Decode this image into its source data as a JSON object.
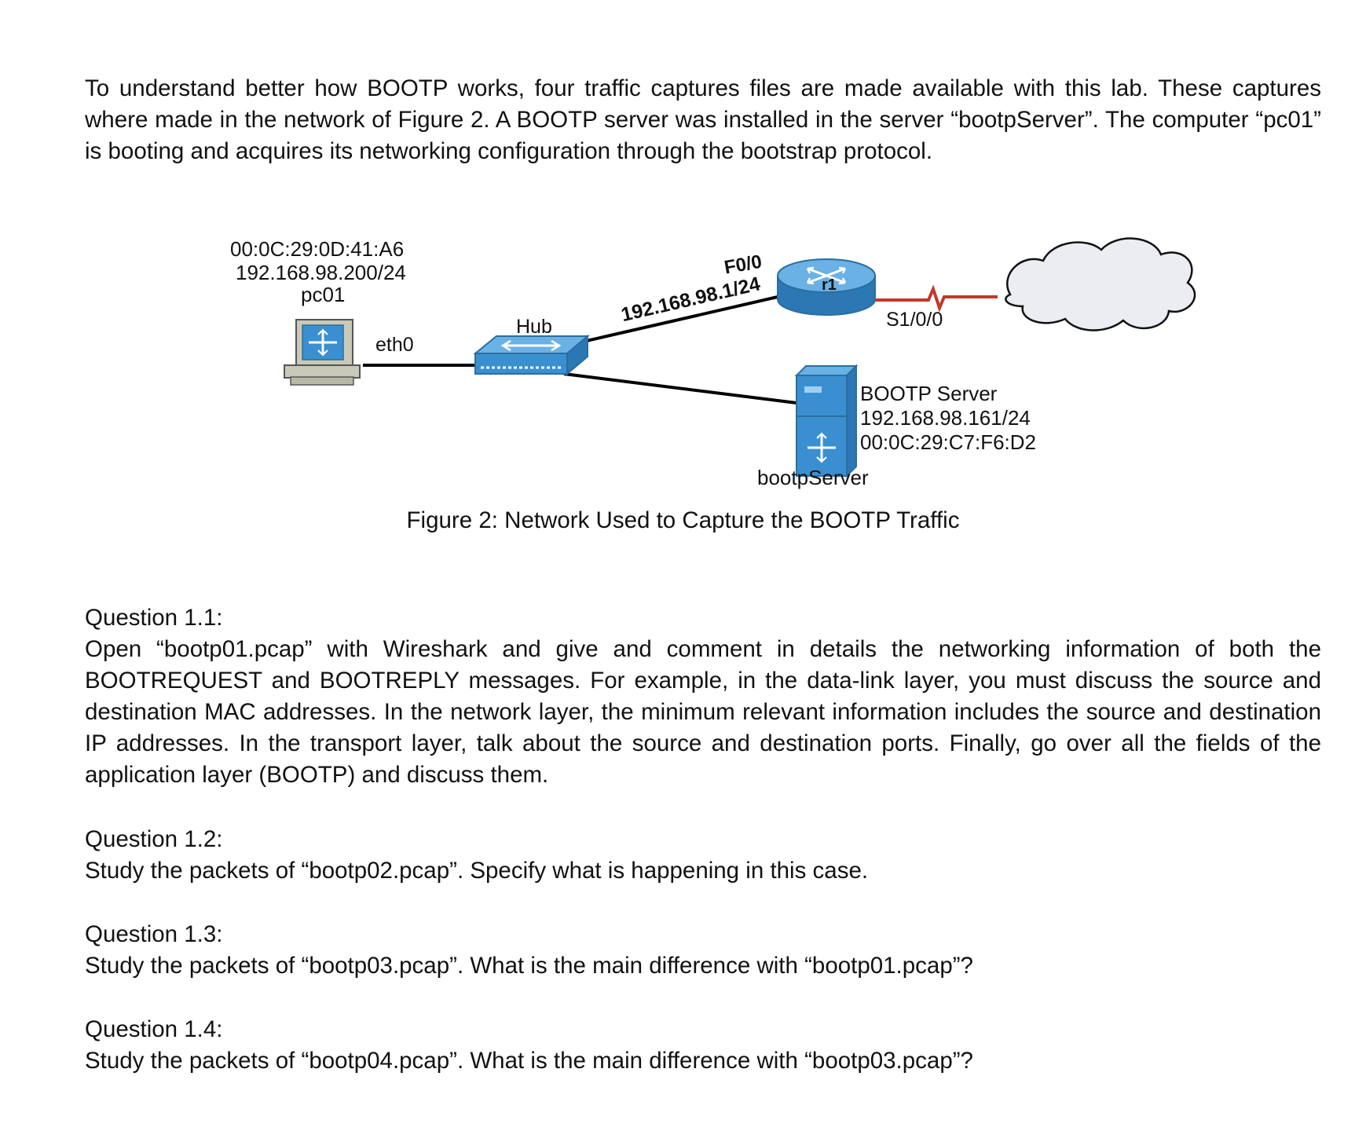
{
  "intro": "To understand better how BOOTP works, four traffic captures files are made available with this lab. These captures where made in the network of Figure 2. A BOOTP server was installed in the server “bootpServer”. The computer “pc01” is booting and acquires its networking configuration through the bootstrap protocol.",
  "figure": {
    "pc": {
      "mac": "00:0C:29:0D:41:A6",
      "ip": "192.168.98.200/24",
      "name": "pc01",
      "iface": "eth0"
    },
    "hub": {
      "name": "Hub"
    },
    "router": {
      "name": "r1",
      "iface_f": "F0/0",
      "ip": "192.168.98.1/24",
      "iface_s": "S1/0/0"
    },
    "server": {
      "title": "BOOTP Server",
      "ip": "192.168.98.161/24",
      "mac": "00:0C:29:C7:F6:D2",
      "name": "bootpServer"
    },
    "caption": "Figure 2: Network Used to Capture the BOOTP Traffic"
  },
  "questions": [
    {
      "title": "Question 1.1:",
      "body": "Open “bootp01.pcap” with Wireshark and give and comment in details the networking information of both the BOOTREQUEST and BOOTREPLY messages. For example, in the data-link layer, you must discuss the source and destination MAC addresses. In the network layer, the minimum relevant information includes the source and destination IP addresses. In the transport layer, talk about the source and destination ports. Finally, go over all the fields of the application layer (BOOTP) and discuss them."
    },
    {
      "title": "Question 1.2:",
      "body": "Study the packets of “bootp02.pcap”. Specify what is happening in this case."
    },
    {
      "title": "Question 1.3:",
      "body": "Study the packets of “bootp03.pcap”. What is the main difference with “bootp01.pcap”?"
    },
    {
      "title": "Question 1.4:",
      "body": "Study the packets of “bootp04.pcap”. What is the main difference with “bootp03.pcap”?"
    }
  ],
  "colors": {
    "device_blue": "#3a8fd0",
    "serial_link": "#c0392b",
    "cloud_fill": "#ececf3"
  }
}
